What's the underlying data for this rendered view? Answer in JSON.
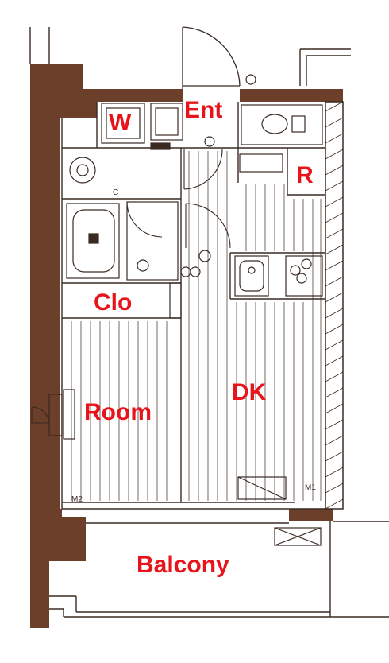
{
  "floorplan": {
    "rooms": {
      "w": "W",
      "ent": "Ent",
      "r": "R",
      "clo": "Clo",
      "room": "Room",
      "dk": "DK",
      "balcony": "Balcony"
    },
    "markers": {
      "m1": "M1",
      "m2": "M2",
      "c": "C"
    },
    "colors": {
      "room_label": "#e8141b",
      "structure": "#6b3f2a",
      "line": "#3a2a22"
    }
  }
}
